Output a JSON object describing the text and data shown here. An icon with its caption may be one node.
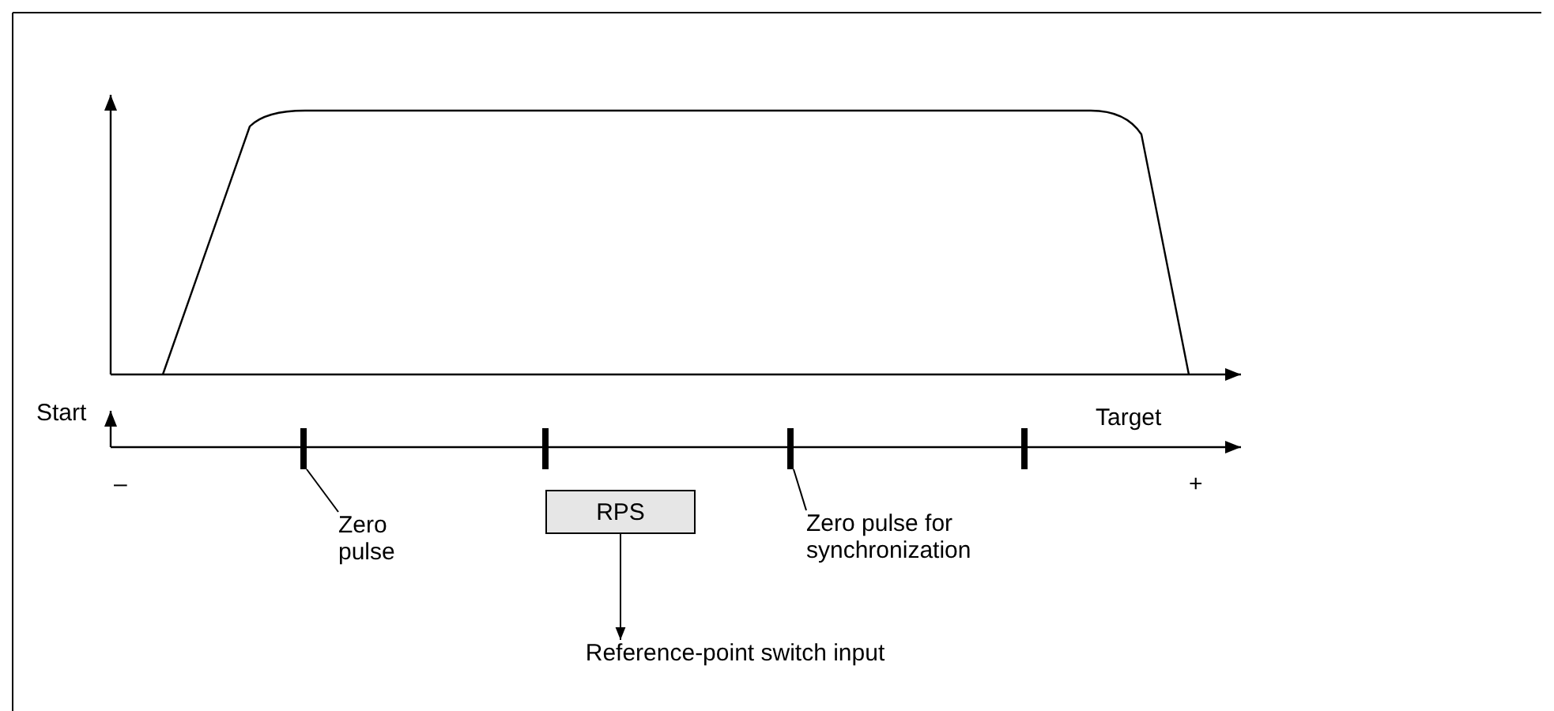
{
  "diagram": {
    "nodes": [
      {
        "text": [],
        "shape": "bar"
      },
      {
        "text": [],
        "shape": "bar"
      },
      {
        "text": [
          "RPS"
        ]
      },
      {
        "text": [],
        "shape": "bar"
      },
      {
        "text": [],
        "shape": "bar"
      },
      {
        "text": [
          "Zero pulse"
        ]
      },
      {
        "text": [
          "Zero pulse for synchronization"
        ]
      },
      {
        "text": [
          "Reference-point switch input"
        ]
      }
    ],
    "edges": [
      {
        "from": 5,
        "to": 0,
        "arrow": "none"
      },
      {
        "from": 6,
        "to": 3,
        "arrow": "none"
      },
      {
        "from": 2,
        "to": 7,
        "arrow": "to"
      }
    ],
    "labels": [
      "Start",
      "Target",
      "–",
      "+"
    ]
  }
}
